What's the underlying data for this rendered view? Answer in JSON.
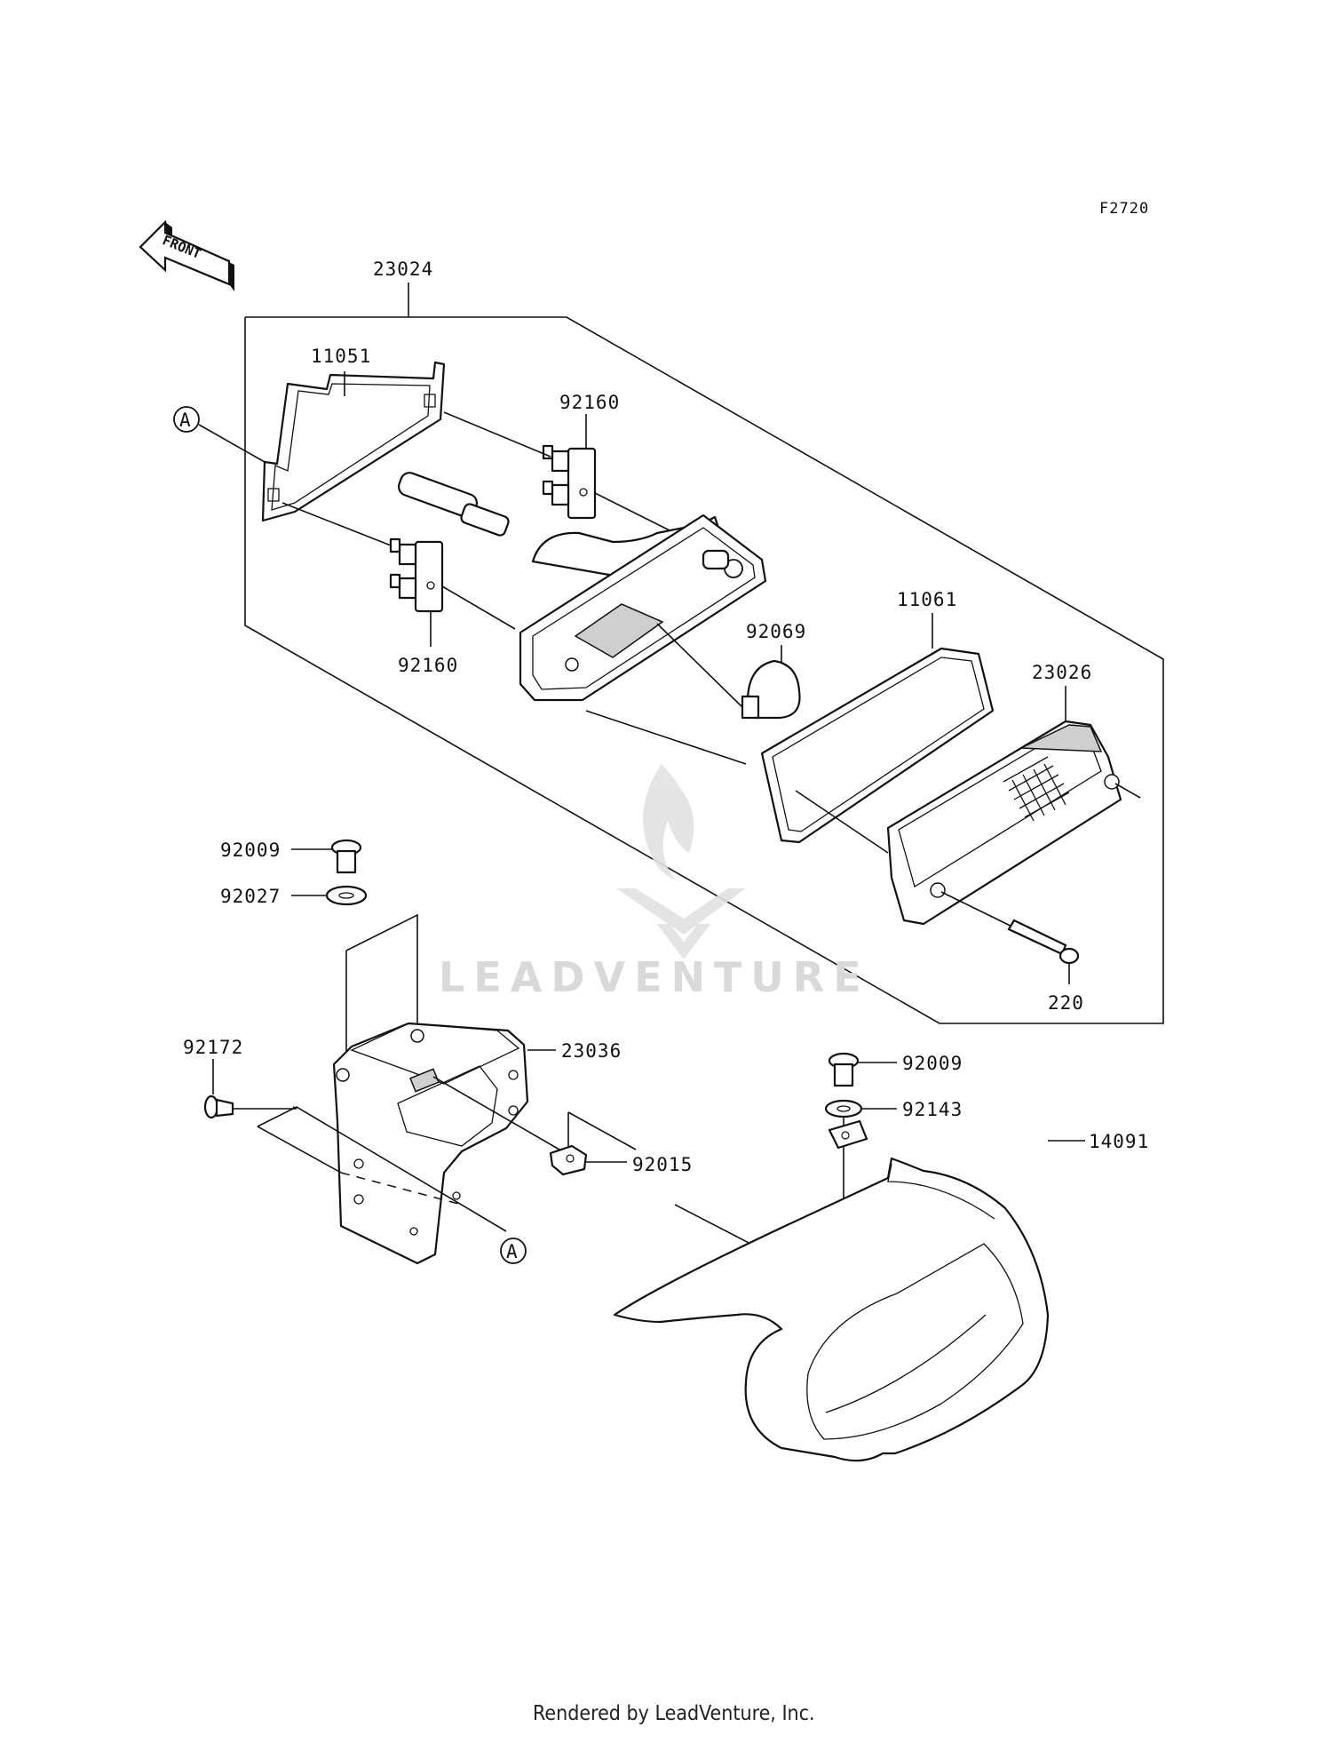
{
  "figure_code": "F2720",
  "front_marker": "FRONT",
  "ref_marker": "A",
  "watermark": "LEADVENTURE",
  "footer": "Rendered by LeadVenture, Inc.",
  "parts": {
    "p23024": "23024",
    "p11051": "11051",
    "p92160a": "92160",
    "p92160b": "92160",
    "p92069": "92069",
    "p11061": "11061",
    "p23026": "23026",
    "p220": "220",
    "p92009a": "92009",
    "p92027": "92027",
    "p92172": "92172",
    "p23036": "23036",
    "p92015": "92015",
    "p92009b": "92009",
    "p92143": "92143",
    "p14091": "14091"
  }
}
